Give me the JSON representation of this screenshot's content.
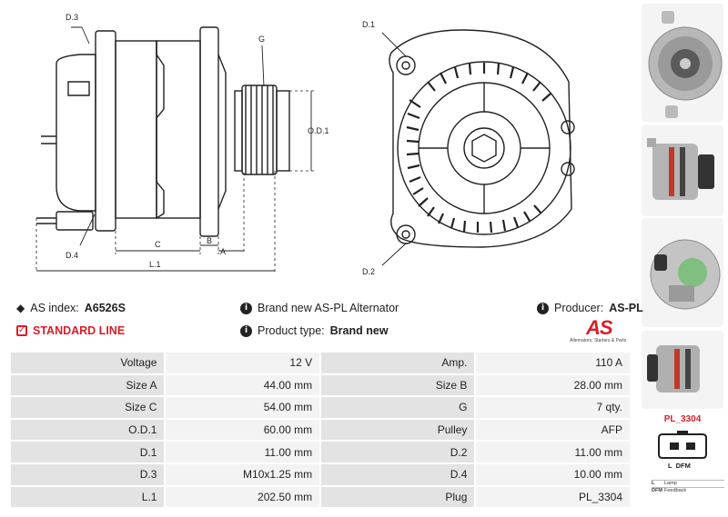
{
  "drawing": {
    "labels": {
      "d3": "D.3",
      "g": "G",
      "d1": "D.1",
      "od1": "O.D.1",
      "d4": "D.4",
      "c": "C",
      "b": "B",
      "a": "A",
      "l1": "L.1",
      "d2": "D.2"
    }
  },
  "info": {
    "as_index_label": "AS index:",
    "as_index_value": "A6526S",
    "standard_line": "STANDARD LINE",
    "brand_new_text": "Brand new AS-PL Alternator",
    "product_type_label": "Product type:",
    "product_type_value": "Brand new",
    "producer_label": "Producer:",
    "producer_value": "AS-PL"
  },
  "logo": {
    "mark": "AS",
    "tagline": "Alternators, Starters & Parts"
  },
  "specs": [
    {
      "l1": "Voltage",
      "v1": "12 V",
      "l2": "Amp.",
      "v2": "110 A"
    },
    {
      "l1": "Size A",
      "v1": "44.00 mm",
      "l2": "Size B",
      "v2": "28.00 mm"
    },
    {
      "l1": "Size C",
      "v1": "54.00 mm",
      "l2": "G",
      "v2": "7 qty."
    },
    {
      "l1": "O.D.1",
      "v1": "60.00 mm",
      "l2": "Pulley",
      "v2": "AFP"
    },
    {
      "l1": "D.1",
      "v1": "11.00 mm",
      "l2": "D.2",
      "v2": "11.00 mm"
    },
    {
      "l1": "D.3",
      "v1": "M10x1.25 mm",
      "l2": "D.4",
      "v2": "10.00 mm"
    },
    {
      "l1": "L.1",
      "v1": "202.50 mm",
      "l2": "Plug",
      "v2": "PL_3304"
    }
  ],
  "plug": {
    "code": "PL_3304",
    "pins": "L  DFM",
    "legend": [
      {
        "key": "L",
        "desc": "Lamp"
      },
      {
        "key": "DFM",
        "desc": "Feedback"
      }
    ]
  },
  "colors": {
    "accent": "#d81e2a",
    "label_cell": "#e3e3e3",
    "value_cell": "#f3f3f3"
  }
}
